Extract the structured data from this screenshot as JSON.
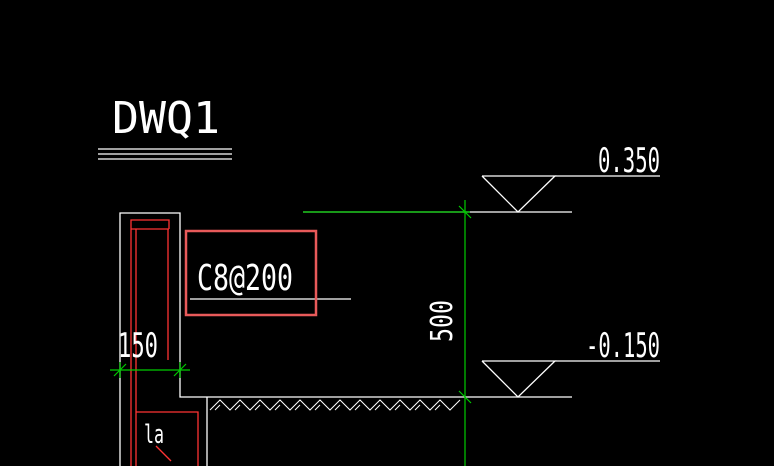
{
  "drawing": {
    "title": "DWQ1",
    "rebar_label": "C8@200",
    "width_dimension": "150",
    "height_dimension": "500",
    "anchorage_label": "la",
    "elevation_top": "0.350",
    "elevation_bottom": "-0.150"
  },
  "colors": {
    "background": "#000000",
    "lines": "#ffffff",
    "dimension": "#00cc00",
    "rebar": "#ff3333",
    "highlight_box": "#e85a5a",
    "hatch": "#ffffff"
  }
}
